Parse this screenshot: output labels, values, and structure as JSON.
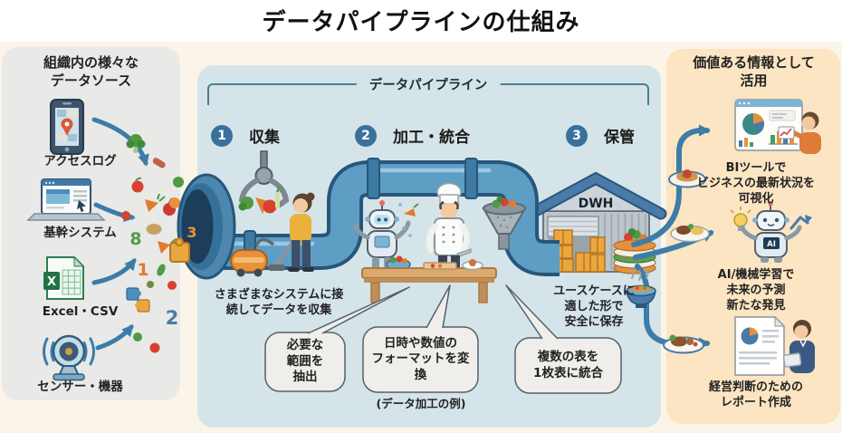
{
  "title": "データパイプラインの仕組み",
  "left_panel": {
    "header": "組織内の様々な\nデータソース",
    "sources": [
      {
        "icon": "smartphone-access-log-icon",
        "label": "アクセスログ"
      },
      {
        "icon": "laptop-core-system-icon",
        "label": "基幹システム"
      },
      {
        "icon": "excel-csv-file-icon",
        "label": "Excel・CSV"
      },
      {
        "icon": "sensor-device-icon",
        "label": "センサー・機器"
      }
    ]
  },
  "pipeline": {
    "bracket_label": "データパイプライン",
    "steps": [
      {
        "number": "1",
        "label": "収集"
      },
      {
        "number": "2",
        "label": "加工・統合"
      },
      {
        "number": "3",
        "label": "保管"
      }
    ],
    "collect_note": "さまざまなシステムに接\n続してデータを収集",
    "store_note": "ユースケースに\n適した形で\n安全に保存",
    "dwh_label": "DWH",
    "bubbles": [
      {
        "text": "必要な\n範囲を\n抽出"
      },
      {
        "text": "日時や数値の\nフォーマットを変\n換"
      },
      {
        "text": "複数の表を\n1枚表に統合"
      }
    ],
    "bubbles_caption": "(データ加工の例)"
  },
  "right_panel": {
    "header": "価値ある情報として\n活用",
    "outcomes": [
      {
        "icon": "bi-dashboard-icon",
        "label": "BIツールで\nビジネスの最新状況を\n可視化"
      },
      {
        "icon": "ai-robot-icon",
        "label": "AI/機械学習で\n未来の予測\n新たな発見"
      },
      {
        "icon": "report-document-icon",
        "label": "経営判断のための\nレポート作成"
      }
    ],
    "ai_chip_label": "AI"
  },
  "stream": {
    "numbers": [
      "8",
      "1",
      "2",
      "3"
    ]
  },
  "icons": {
    "excel_letter": "X"
  },
  "colors": {
    "panel_gray": "#e9e9e8",
    "panel_blue": "#d5e4e8",
    "panel_peach": "#fbe5c2",
    "page_cream": "#fbf4e8",
    "pipe_blue": "#5e9dc4",
    "pipe_dark": "#27567b",
    "arrow_blue": "#3d7ca8",
    "step_circle_blue": "#3a719c",
    "box_orange": "#eaa73f"
  }
}
